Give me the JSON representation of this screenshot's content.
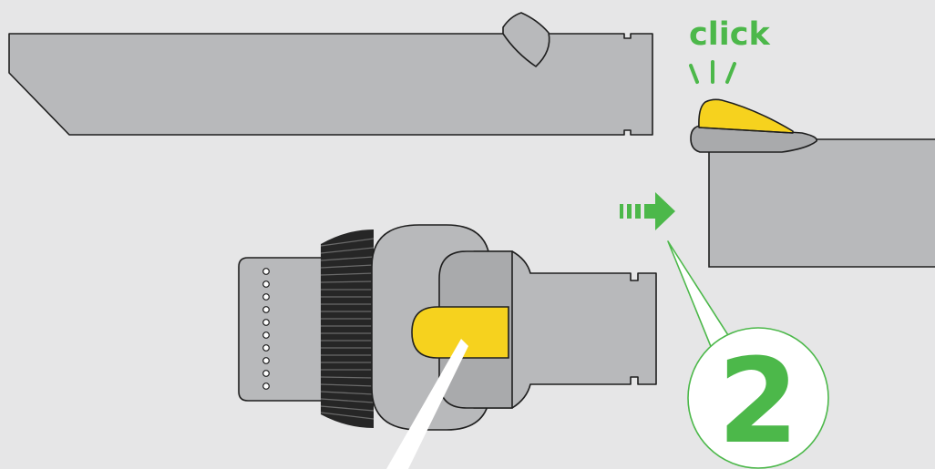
{
  "labels": {
    "click": "click",
    "step_number": "2"
  },
  "colors": {
    "background": "#e6e6e7",
    "part_gray": "#b8b9bb",
    "outline": "#1f1f1f",
    "accent_green": "#4cb84a",
    "latch_yellow": "#f6d21e",
    "bristle_black": "#262626"
  },
  "icons": {
    "crevice_tool": "crevice-tool",
    "brush_tool": "brush-tool",
    "wand_end": "wand-end",
    "release_latch": "release-latch",
    "push_arrow": "push-arrow",
    "callout": "callout-circle"
  }
}
